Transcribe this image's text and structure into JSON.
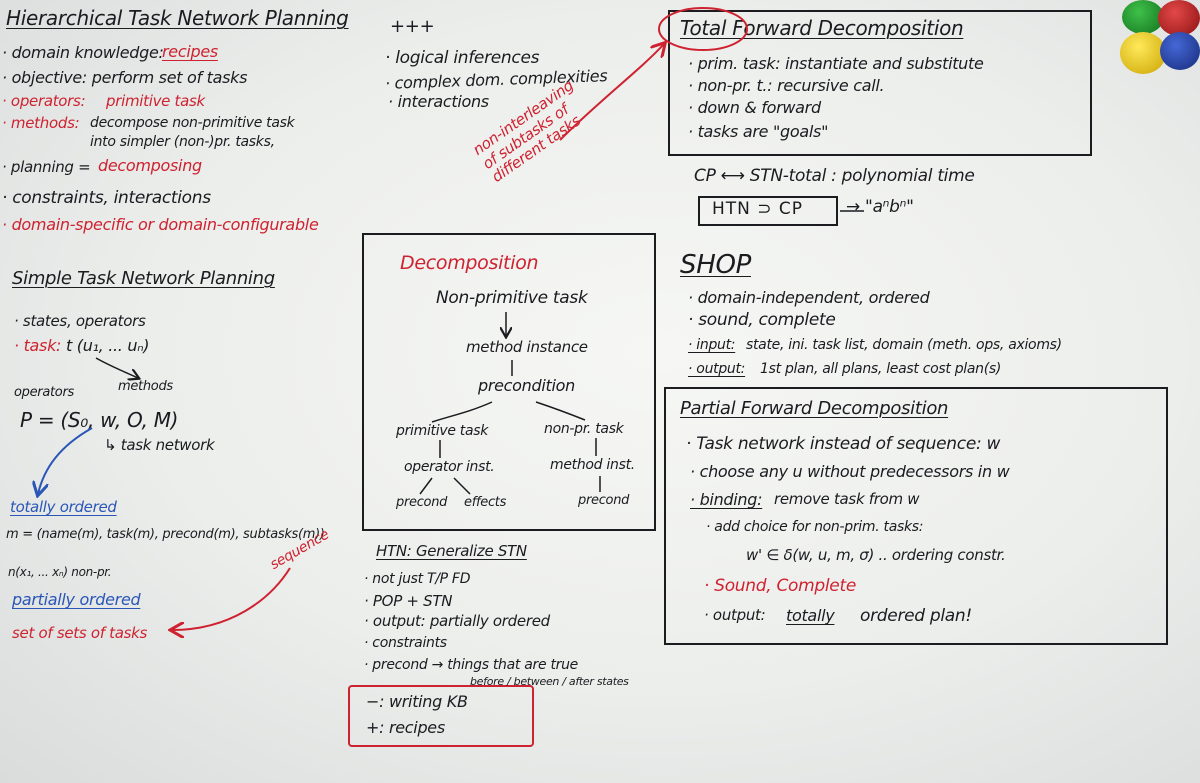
{
  "hierarchical": {
    "title": "Hierarchical Task Network Planning",
    "domain_knowledge": "· domain knowledge:",
    "recipes": "recipes",
    "objective": "· objective: perform set of tasks",
    "operators": "· operators:",
    "primitive_task": "primitive task",
    "methods": "· methods:",
    "methods_desc": "decompose non-primitive task\ninto simpler (non-)pr. tasks,",
    "planning": "· planning =",
    "decomposing": "decomposing",
    "constraints": "· constraints, interactions",
    "domain_specific": "· domain-specific or domain-configurable"
  },
  "plus_section": {
    "heading": "+++",
    "items": [
      "· logical inferences",
      "· complex dom. complexities",
      "· interactions"
    ],
    "annotation": "non-interleaving\nof subtasks of\ndifferent tasks"
  },
  "total_fd": {
    "title": "Total Forward Decomposition",
    "items": [
      "· prim. task: instantiate and substitute",
      "· non-pr. t.: recursive call.",
      "· down & forward",
      "· tasks are \"goals\""
    ]
  },
  "complexity": {
    "line1": "CP ⟷ STN-total : polynomial time",
    "htn_cp": "HTN ⊃ CP",
    "arrow_result": "→ \"aⁿbⁿ\""
  },
  "simple": {
    "title": "Simple Task Network Planning",
    "states": "· states, operators",
    "task": "· task:",
    "task_formula": "t (u₁, ... uₙ)",
    "operators_label": "operators",
    "methods_label": "methods",
    "problem": "P = (S₀, w, O, M)",
    "task_network": "↳ task network",
    "totally_ordered": "totally ordered",
    "method_def": "m = (name(m), task(m), precond(m), subtasks(m))",
    "method_sub": "n(x₁, ... xₙ)   non-pr.",
    "partially_ordered": "partially ordered",
    "set_of_sets": "set of sets of tasks",
    "sequence": "sequence"
  },
  "decomposition": {
    "title": "Decomposition",
    "non_primitive": "Non-primitive task",
    "method_instance": "method instance",
    "precondition": "precondition",
    "primitive_task": "primitive task",
    "non_pr_task": "non-pr. task",
    "operator_inst": "operator inst.",
    "method_inst": "method inst.",
    "precond_left": "precond",
    "effects": "effects",
    "precond_right": "precond"
  },
  "htn_generalize": {
    "title": "HTN: Generalize STN",
    "items": [
      "· not just T/P FD",
      "· POP + STN",
      "· output: partially ordered",
      "· constraints",
      "· precond → things that are true"
    ],
    "sub_note": "before / between / after states",
    "minus": "−: writing KB",
    "plus": "+: recipes"
  },
  "shop": {
    "title": "SHOP",
    "items": [
      "· domain-independent, ordered",
      "· sound, complete"
    ],
    "input_label": "· input:",
    "input_text": "state, ini. task list, domain (meth. ops, axioms)",
    "output_label": "· output:",
    "output_text": "1st plan, all plans, least cost plan(s)"
  },
  "partial_fd": {
    "title": "Partial Forward Decomposition",
    "item1": "· Task network instead of sequence: w",
    "item2": "· choose any u without predecessors in w",
    "binding_label": "· binding:",
    "binding_text": "remove task from w",
    "item4": "· add choice for non-prim. tasks:",
    "formula": "w' ∈ δ(w, u, m, σ)  .. ordering constr.",
    "sound_complete": "· Sound, Complete",
    "output_label": "· output:",
    "totally": "totally",
    "ordered_plan": "ordered plan!"
  },
  "colors": {
    "board": "#eceeec",
    "black_marker": "#1b1b20",
    "red_marker": "#cf2230",
    "blue_marker": "#2a56b8"
  }
}
